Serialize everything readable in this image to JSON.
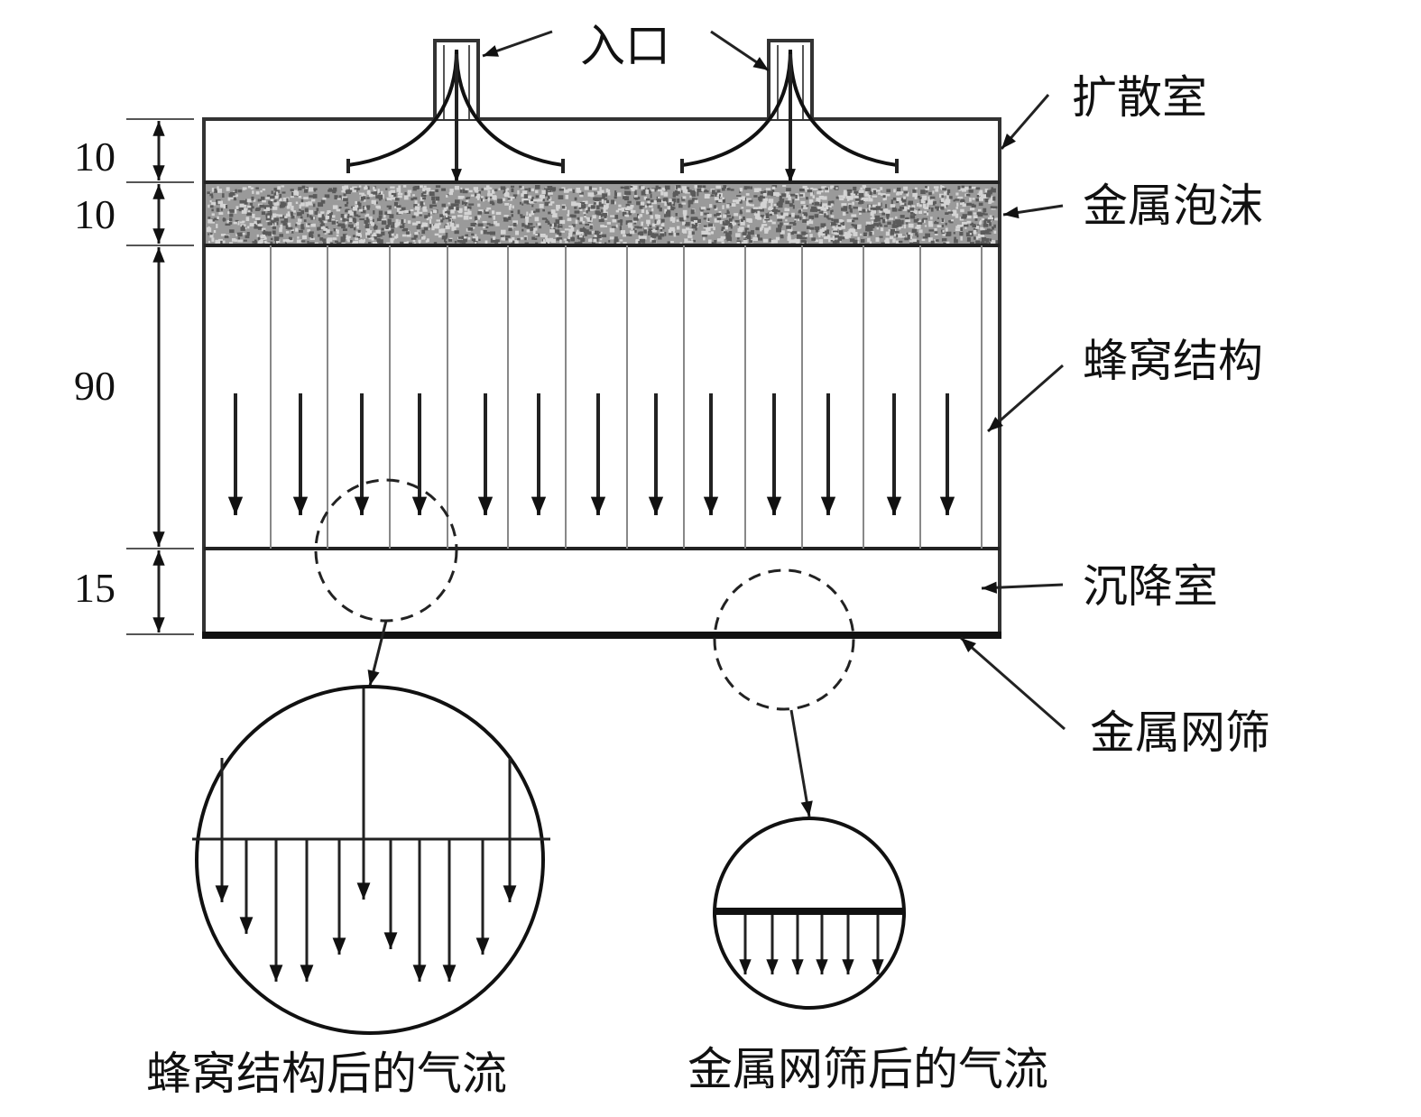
{
  "labels": {
    "inlet": "入口",
    "diffusion_chamber": "扩散室",
    "metal_foam": "金属泡沫",
    "honeycomb": "蜂窝结构",
    "settling_chamber": "沉降室",
    "metal_mesh": "金属网筛"
  },
  "dimensions": {
    "diffusion": "10",
    "foam": "10",
    "honeycomb": "90",
    "settling": "15"
  },
  "captions": {
    "after_honeycomb": "蜂窝结构后的气流",
    "after_mesh": "金属网筛后的气流"
  }
}
